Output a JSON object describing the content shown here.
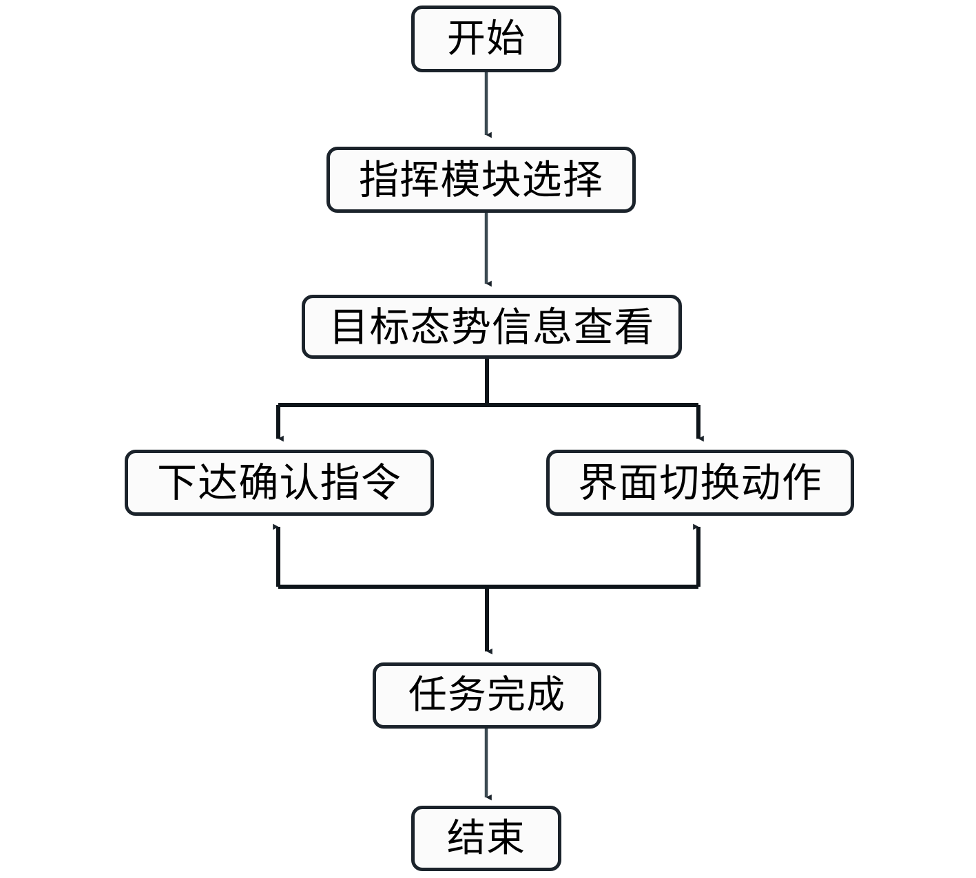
{
  "diagram": {
    "type": "flowchart",
    "orientation": "top-to-bottom",
    "language": "zh-CN",
    "background_color": "#ffffff",
    "node_fill_color": "#fbfbfb",
    "node_border_color": "#1b232b",
    "edge_color": "#1b232b",
    "nodes": [
      {
        "id": "start",
        "label": "开始",
        "shape": "rounded-rectangle"
      },
      {
        "id": "module",
        "label": "指挥模块选择",
        "shape": "rounded-rectangle"
      },
      {
        "id": "view",
        "label": "目标态势信息查看",
        "shape": "rounded-rectangle"
      },
      {
        "id": "cmd",
        "label": "下达确认指令",
        "shape": "rounded-rectangle"
      },
      {
        "id": "switch",
        "label": "界面切换动作",
        "shape": "rounded-rectangle"
      },
      {
        "id": "done",
        "label": "任务完成",
        "shape": "rounded-rectangle"
      },
      {
        "id": "end",
        "label": "结束",
        "shape": "rounded-rectangle"
      }
    ],
    "edges": [
      {
        "from": "start",
        "to": "module",
        "style": "straight-arrow"
      },
      {
        "from": "module",
        "to": "view",
        "style": "straight-arrow"
      },
      {
        "from": "view",
        "to": "cmd",
        "style": "elbow-split-arrow"
      },
      {
        "from": "view",
        "to": "switch",
        "style": "elbow-split-arrow"
      },
      {
        "from": "cmd",
        "to": "done",
        "style": "elbow-merge-arrow"
      },
      {
        "from": "switch",
        "to": "done",
        "style": "elbow-merge-arrow"
      },
      {
        "from": "done",
        "to": "end",
        "style": "straight-arrow"
      }
    ]
  }
}
